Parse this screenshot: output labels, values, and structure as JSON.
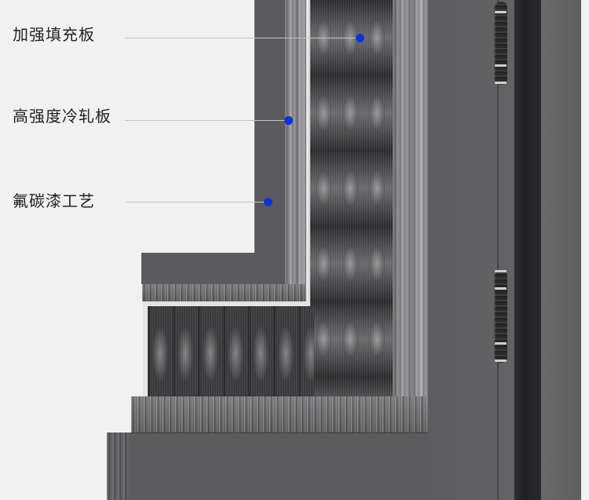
{
  "callouts": [
    {
      "label": "加强填充板",
      "marker_color": "#0a34d6"
    },
    {
      "label": "高强度冷轧板",
      "marker_color": "#0a34d6"
    },
    {
      "label": "氟碳漆工艺",
      "marker_color": "#0a34d6"
    }
  ],
  "colors": {
    "background": "#f1f1f1",
    "panel_gray": "#5b5b5d",
    "frame_dark": "#222326",
    "leader_line": "#c4c4c4"
  }
}
